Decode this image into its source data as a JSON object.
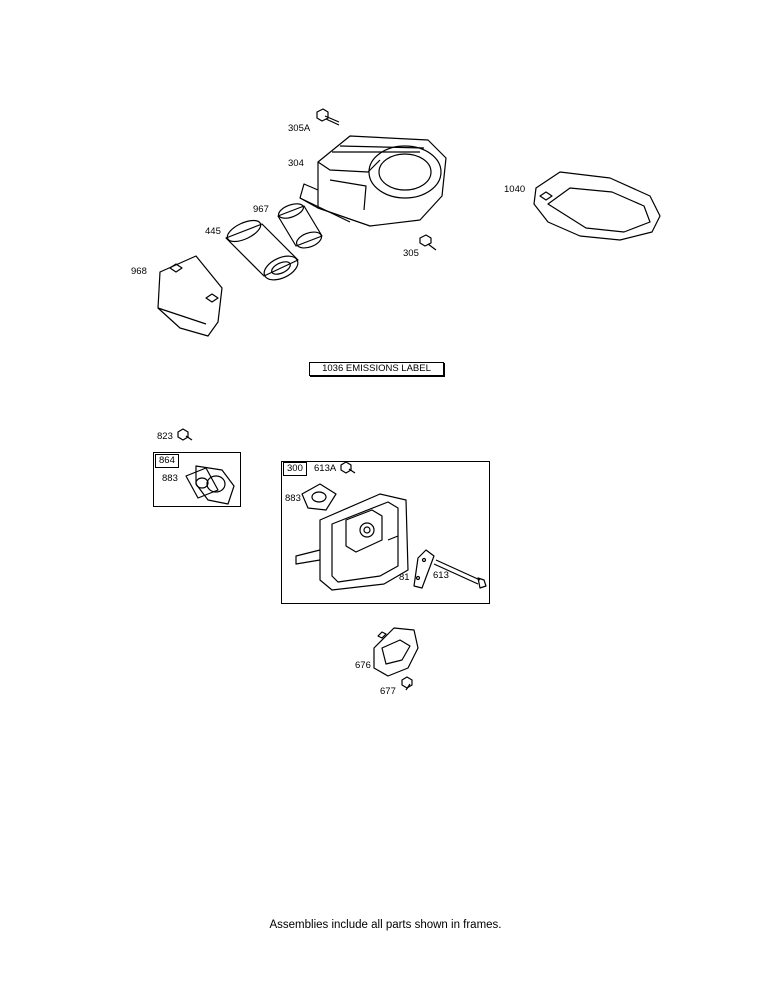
{
  "labels": {
    "p305a": "305A",
    "p304": "304",
    "p1040": "1040",
    "p967": "967",
    "p445": "445",
    "p305": "305",
    "p968": "968",
    "p823": "823",
    "p864": "864",
    "p883a": "883",
    "p300": "300",
    "p613a": "613A",
    "p883b": "883",
    "p81": "81",
    "p613": "613",
    "p676": "676",
    "p677": "677"
  },
  "emissions_label": "1036 EMISSIONS LABEL",
  "footer": "Assemblies include all parts shown in frames."
}
